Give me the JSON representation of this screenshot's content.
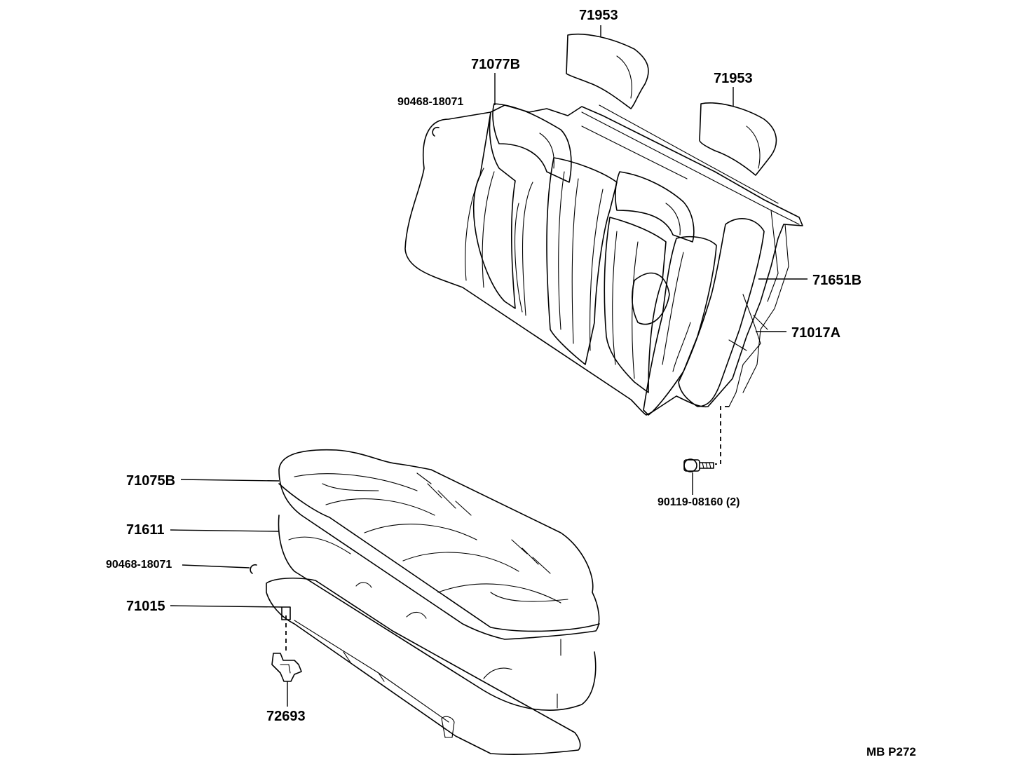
{
  "labels": {
    "headrest_top": "71953",
    "headrest_right": "71953",
    "back_cover": "71077B",
    "hog_ring_top": "90468-18071",
    "back_frame": "71651B",
    "back_assy": "71017A",
    "bolt": "90119-08160 (2)",
    "cushion_cover": "71075B",
    "cushion_pad": "71611",
    "hog_ring_bottom": "90468-18071",
    "cushion_assy": "71015",
    "hook": "72693"
  },
  "reference": "MB  P272"
}
